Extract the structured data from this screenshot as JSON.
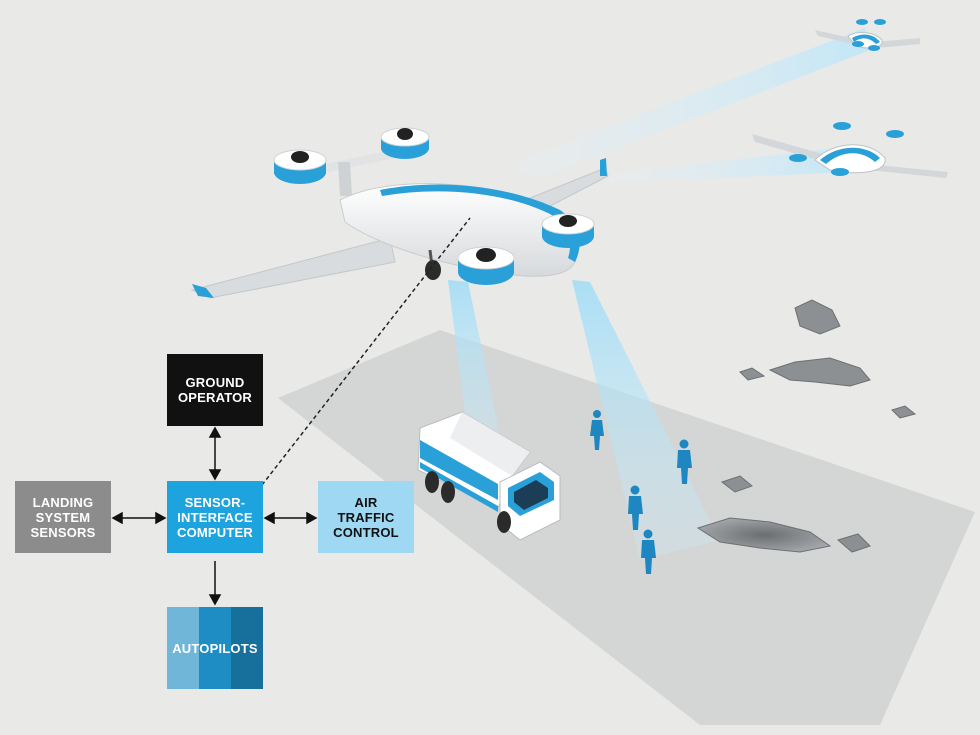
{
  "boxes": {
    "ground_operator": "GROUND\nOPERATOR",
    "landing_sensors": "LANDING\nSYSTEM\nSENSORS",
    "sensor_interface": "SENSOR-\nINTERFACE\nCOMPUTER",
    "air_traffic": "AIR\nTRAFFIC\nCONTROL",
    "autopilots": "AUTOPILOTS"
  },
  "colors": {
    "background": "#e9e9e8",
    "ground_operator": "#111111",
    "landing_sensors": "#8c8c8c",
    "sensor_interface": "#1da3dd",
    "air_traffic": "#9fd8f2",
    "autopilots": [
      "#6fb6d8",
      "#1d8dc4",
      "#176f9c"
    ],
    "aircraft_accent": "#2aa0d8",
    "sensor_beam": "#bfe6f8"
  },
  "icons": [
    "main-aircraft-icon",
    "distant-aircraft-icon",
    "delivery-truck-icon",
    "person-icon",
    "rubble-icon",
    "landing-zone-icon"
  ]
}
